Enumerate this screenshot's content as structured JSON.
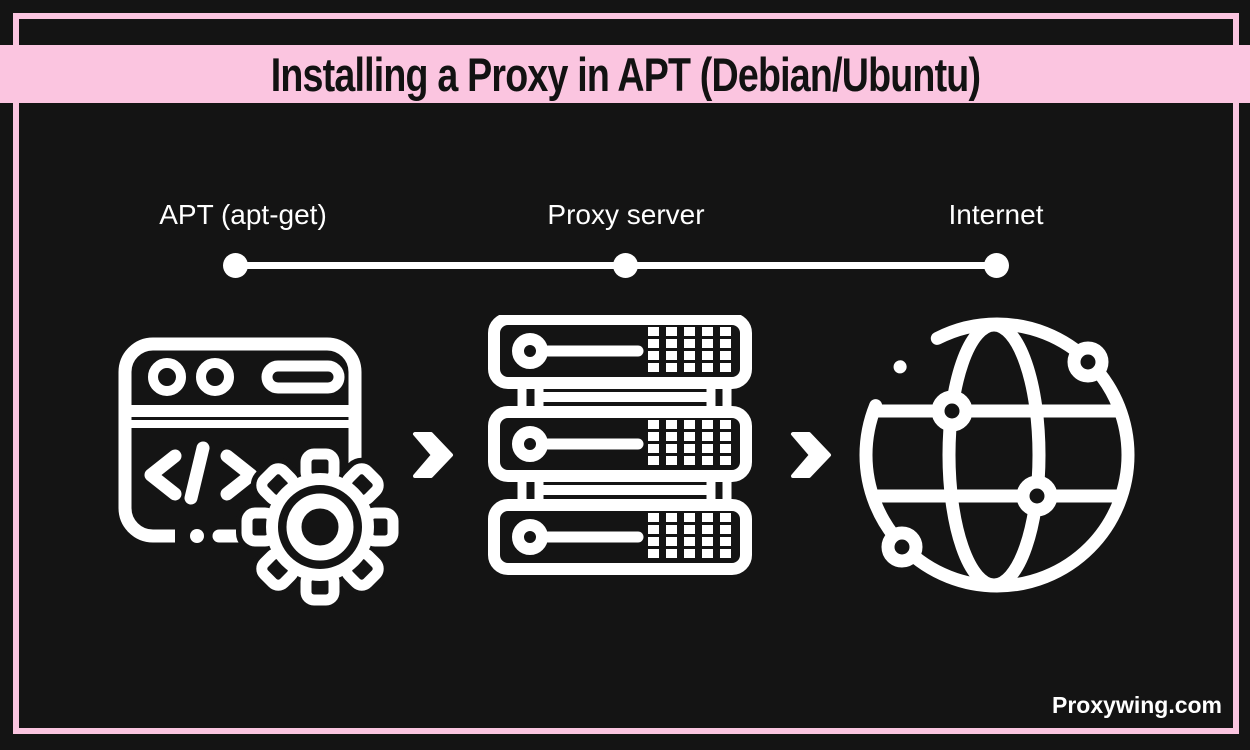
{
  "header": {
    "title": "Installing a Proxy in APT (Debian/Ubuntu)"
  },
  "flow": {
    "nodes": [
      {
        "label": "APT (apt-get)",
        "icon": "terminal-window-gear-icon"
      },
      {
        "label": "Proxy server",
        "icon": "server-rack-icon"
      },
      {
        "label": "Internet",
        "icon": "globe-network-icon"
      }
    ]
  },
  "footer": {
    "watermark": "Proxywing.com"
  },
  "colors": {
    "background": "#141414",
    "accent_pink": "#fbc5e0",
    "foreground": "#ffffff",
    "title_text": "#121212"
  }
}
